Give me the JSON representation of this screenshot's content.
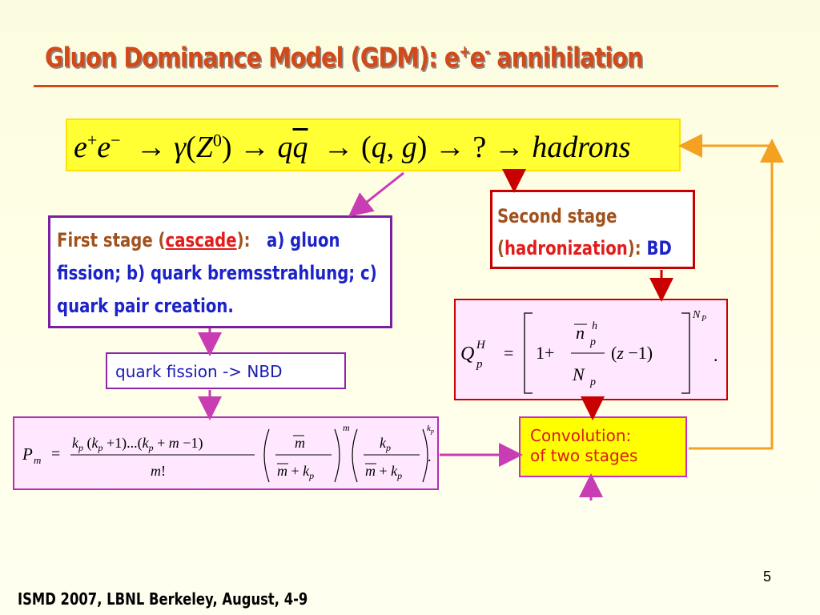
{
  "title": {
    "prefix": "Gluon Dominance Model (GDM):  e",
    "sup1": "+",
    "mid": "e",
    "sup2": "-",
    "suffix": " annihilation"
  },
  "main_equation": "e⁺e⁻ → γ(Z⁰) → qq̄ → (q, g) → ? → hadrons",
  "first_stage": {
    "label_prefix": "First stage (",
    "label_highlight": "cascade",
    "label_suffix": "):",
    "text": "a) gluon fission; b) quark bremsstrahlung; c) quark pair creation."
  },
  "second_stage": {
    "label": "Second stage",
    "paren_open": "(",
    "highlight": "hadronization",
    "paren_close": "):",
    "model": "BD"
  },
  "quark_fission_box": "quark fission -> NBD",
  "nbd_formula": "P_m = [k_p(k_p+1)...(k_p+m−1) / m!] · (m̄/(m̄+k_p))^m · (k_p/(m̄+k_p))^(k_p) .",
  "bd_formula": "Q_p^H = [1 + (n̄_p^h / N_p)(z − 1)]^(N_P) .",
  "convolution": {
    "line1": "Convolution:",
    "line2": "of two stages"
  },
  "footer": "ISMD 2007, LBNL Berkeley,  August, 4-9",
  "page_number": "5",
  "colors": {
    "title": "#d24a1a",
    "main_eq_bg": "#ffff33",
    "first_stage_border": "#7b1fa2",
    "second_stage_border": "#c80000",
    "formula_bg": "#ffe8ff",
    "convolution_bg": "#ffff00",
    "orange_arrow": "#f5a020",
    "magenta_arrow": "#c83cb4"
  }
}
